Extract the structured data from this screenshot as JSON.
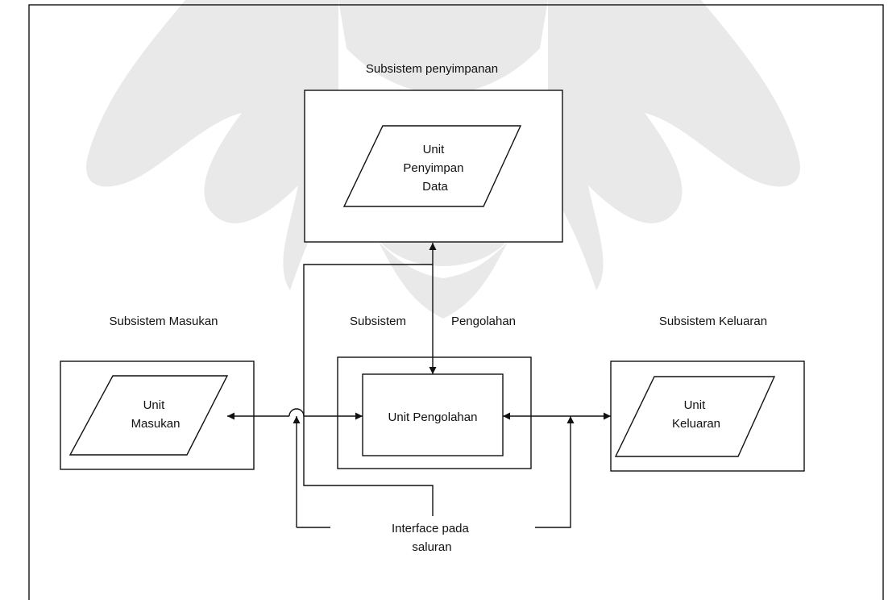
{
  "diagram": {
    "storage": {
      "subsystem_label": "Subsistem penyimpanan",
      "unit_lines": [
        "Unit",
        "Penyimpan",
        "Data"
      ]
    },
    "input": {
      "subsystem_label": "Subsistem Masukan",
      "unit_lines": [
        "Unit",
        "Masukan"
      ]
    },
    "processing": {
      "subsystem_label_1": "Subsistem",
      "subsystem_label_2": "Pengolahan",
      "unit_label": "Unit Pengolahan"
    },
    "output": {
      "subsystem_label": "Subsistem Keluaran",
      "unit_lines": [
        "Unit",
        "Keluaran"
      ]
    },
    "interface": {
      "label_lines": [
        "Interface pada",
        "saluran"
      ]
    }
  }
}
